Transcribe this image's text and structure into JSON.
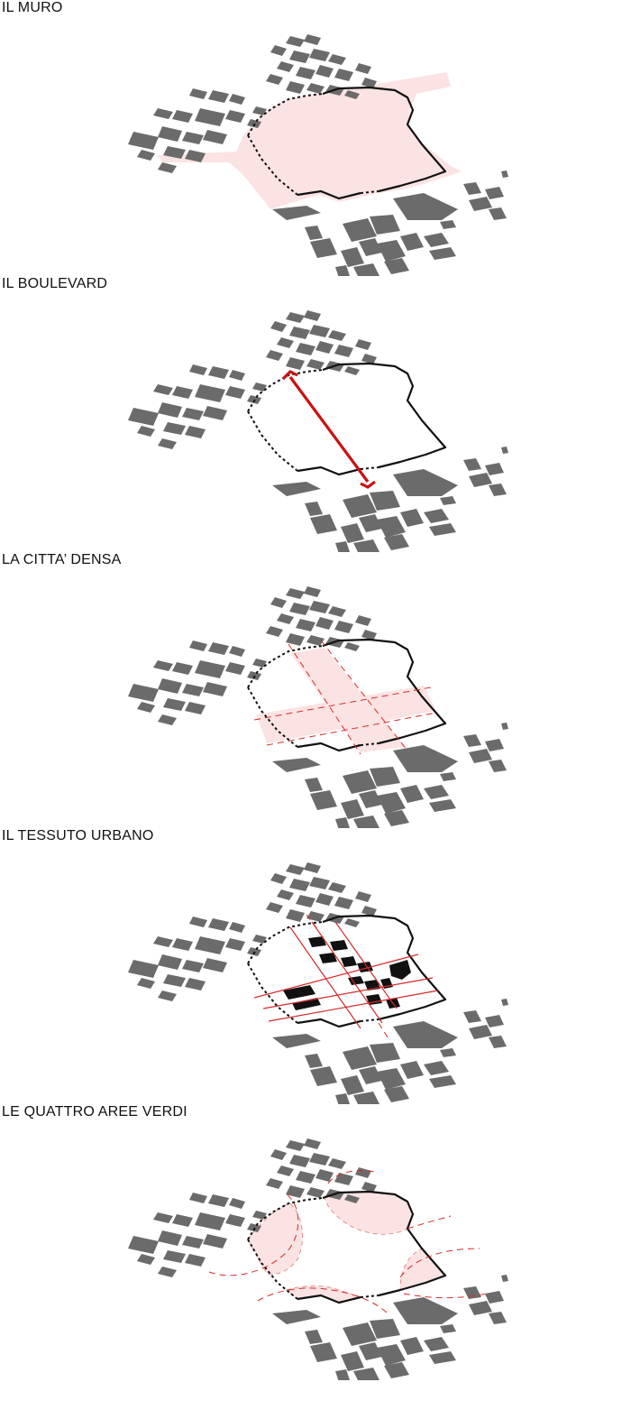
{
  "panels": [
    {
      "title": "IL MURO"
    },
    {
      "title": "IL BOULEVARD"
    },
    {
      "title": "LA CITTA’ DENSA"
    },
    {
      "title": "IL TESSUTO URBANO"
    },
    {
      "title": "LE QUATTRO AREE VERDI"
    }
  ],
  "colors": {
    "buildings": "#6b6b6b",
    "wall": "#111111",
    "highlight": "#d42a2a",
    "zone": "#fbe3e3"
  }
}
